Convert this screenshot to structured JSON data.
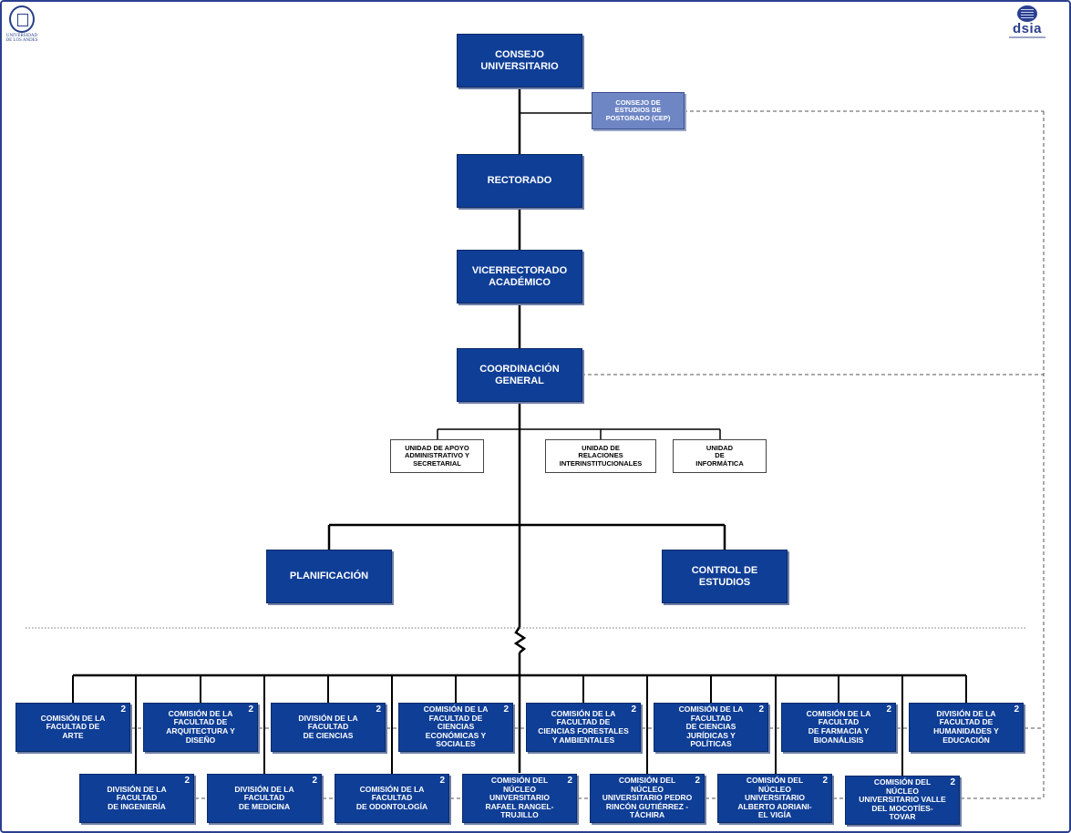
{
  "logos": {
    "ula_text": "UNIVERSIDAD DE LOS ANDES",
    "dsia_text": "dsia"
  },
  "nodes": {
    "consejo_universitario": "CONSEJO\nUNIVERSITARIO",
    "cep": "CONSEJO DE\nESTUDIOS DE\nPOSTGRADO (CEP)",
    "rectorado": "RECTORADO",
    "vicerrectorado": "VICERRECTORADO\nACADÉMICO",
    "coordinacion": "COORDINACIÓN\nGENERAL",
    "unidad_apoyo": "UNIDAD DE APOYO\nADMINISTRATIVO Y\nSECRETARIAL",
    "unidad_relaciones": "UNIDAD DE\nRELACIONES\nINTERINSTITUCIONALES",
    "unidad_informatica": "UNIDAD\nDE\nINFORMÁTICA",
    "planificacion": "PLANIFICACIÓN",
    "control_estudios": "CONTROL DE\nESTUDIOS"
  },
  "bottom_row1": [
    {
      "label": "COMISIÓN DE LA\nFACULTAD DE\nARTE",
      "badge": "2"
    },
    {
      "label": "COMISIÓN DE LA\nFACULTAD DE\nARQUITECTURA Y\nDISEÑO",
      "badge": "2"
    },
    {
      "label": "DIVISIÓN DE LA\nFACULTAD\nDE CIENCIAS",
      "badge": "2"
    },
    {
      "label": "COMISIÓN DE LA\nFACULTAD DE\nCIENCIAS\nECONÓMICAS Y\nSOCIALES",
      "badge": "2"
    },
    {
      "label": "COMISIÓN DE LA\nFACULTAD DE\nCIENCIAS FORESTALES\nY AMBIENTALES",
      "badge": "2"
    },
    {
      "label": "COMISIÓN DE LA\nFACULTAD\nDE CIENCIAS\nJURÍDICAS Y\nPOLÍTICAS",
      "badge": "2"
    },
    {
      "label": "COMISIÓN DE LA\nFACULTAD\nDE FARMACIA Y\nBIOANÁLISIS",
      "badge": "2"
    },
    {
      "label": "DIVISIÓN DE LA\nFACULTAD DE\nHUMANIDADES Y\nEDUCACIÓN",
      "badge": "2"
    }
  ],
  "bottom_row2": [
    {
      "label": "DIVISIÓN DE LA\nFACULTAD\nDE INGENIERÍA",
      "badge": "2"
    },
    {
      "label": "DIVISIÓN DE LA\nFACULTAD\nDE MEDICINA",
      "badge": "2"
    },
    {
      "label": "COMISIÓN DE LA\nFACULTAD\nDE ODONTOLOGÍA",
      "badge": "2"
    },
    {
      "label": "COMISIÓN DEL\nNÚCLEO\nUNIVERSITARIO\nRAFAEL RANGEL-\nTRUJILLO",
      "badge": "2"
    },
    {
      "label": "COMISIÓN DEL\nNÚCLEO\nUNIVERSITARIO PEDRO\nRINCÓN GUTIÉRREZ -\nTÁCHIRA",
      "badge": "2"
    },
    {
      "label": "COMISIÓN DEL\nNÚCLEO\nUNIVERSITARIO\nALBERTO ADRIANI-\nEL VIGÍA",
      "badge": "2"
    },
    {
      "label": "COMISIÓN DEL\nNÚCLEO\nUNIVERSITARIO VALLE\nDEL MOCOTÍES-\nTOVAR",
      "badge": "2"
    }
  ],
  "colors": {
    "box_blue": "#0f3e96",
    "cep_blue": "#6e86c4",
    "frame": "#2b3f8f"
  }
}
